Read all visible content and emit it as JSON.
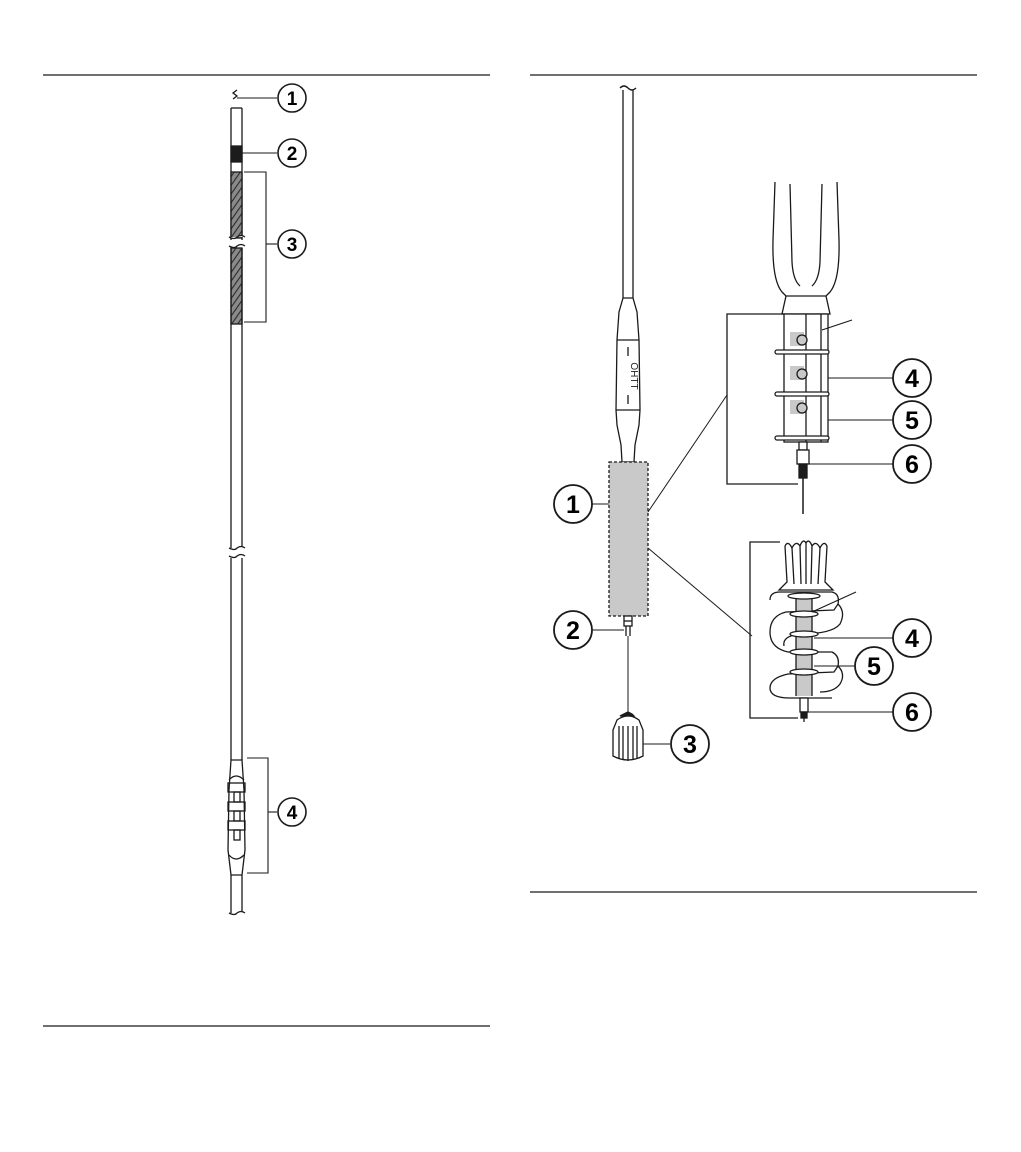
{
  "left_figure": {
    "callouts": [
      {
        "number": "1"
      },
      {
        "number": "2"
      },
      {
        "number": "3"
      },
      {
        "number": "4"
      }
    ]
  },
  "right_figure": {
    "device_label": "OHTT",
    "main_callouts": [
      {
        "number": "1"
      },
      {
        "number": "2"
      },
      {
        "number": "3"
      }
    ],
    "upper_detail_callouts": [
      {
        "number": "4"
      },
      {
        "number": "5"
      },
      {
        "number": "6"
      }
    ],
    "lower_detail_callouts": [
      {
        "number": "4"
      },
      {
        "number": "5"
      },
      {
        "number": "6"
      }
    ]
  },
  "colors": {
    "line": "#1a1a1a",
    "shading": "#c9c9c9",
    "band": "#1c1c1c"
  }
}
